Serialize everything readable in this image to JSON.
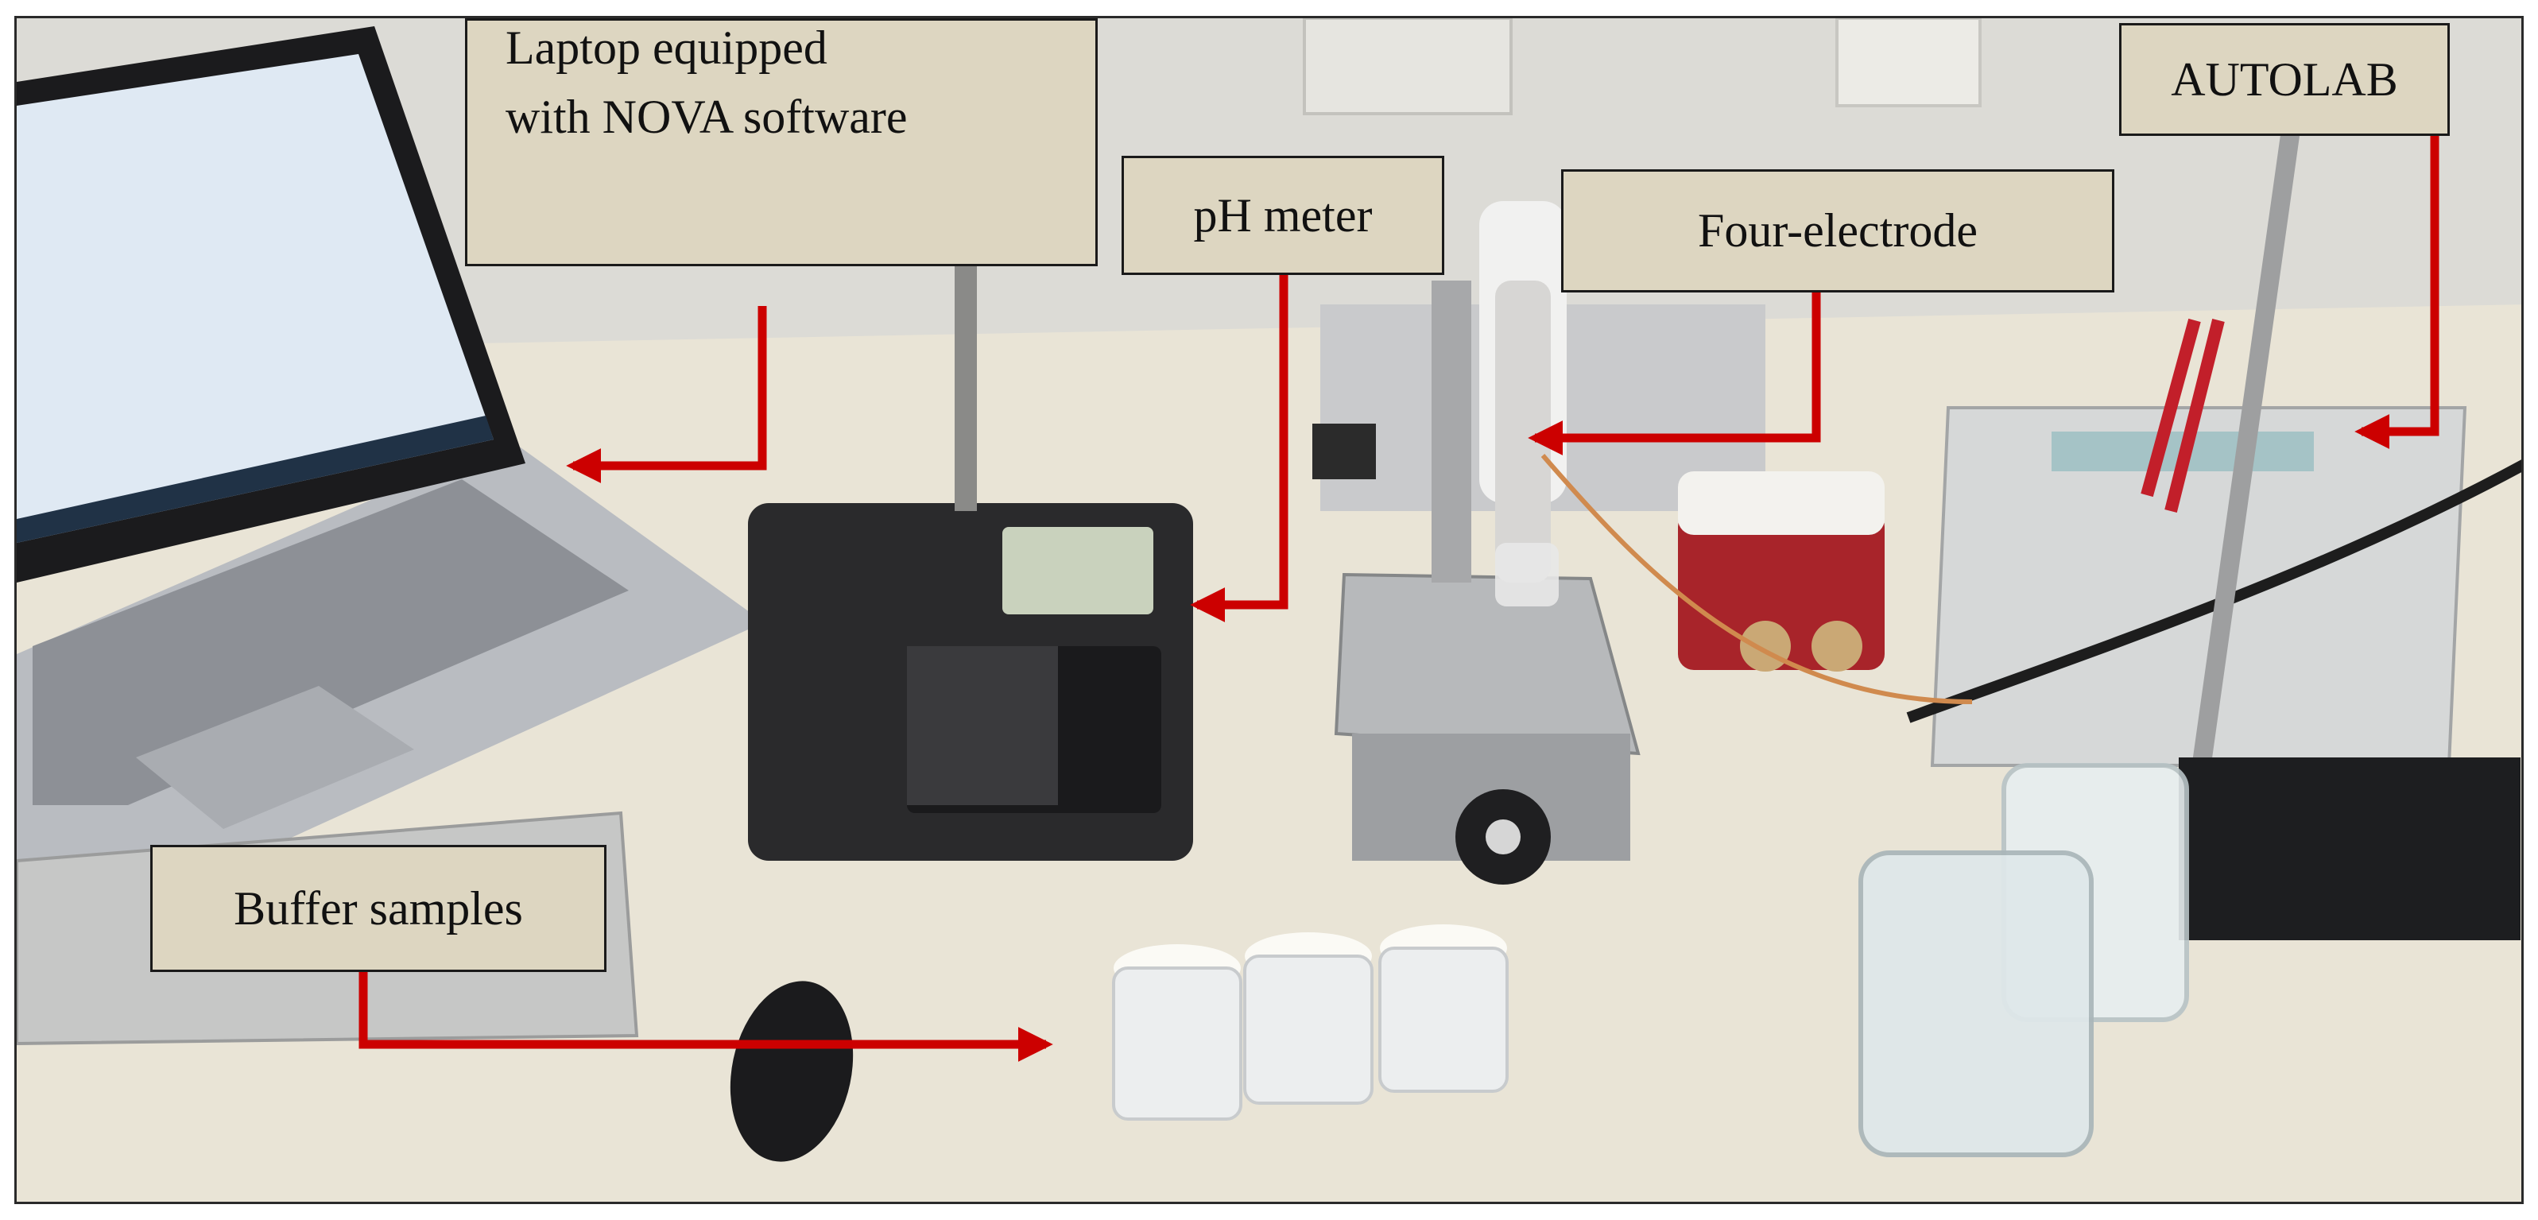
{
  "labels": {
    "laptop_line1": "Laptop equipped",
    "laptop_line2": "with NOVA software",
    "ph_meter": "pH meter",
    "four_electrode": "Four-electrode",
    "autolab": "AUTOLAB",
    "buffer_samples": "Buffer samples"
  },
  "colors": {
    "label_background": "#ddd6c1",
    "label_border": "#1a1a1a",
    "arrow": "#cc0000"
  }
}
